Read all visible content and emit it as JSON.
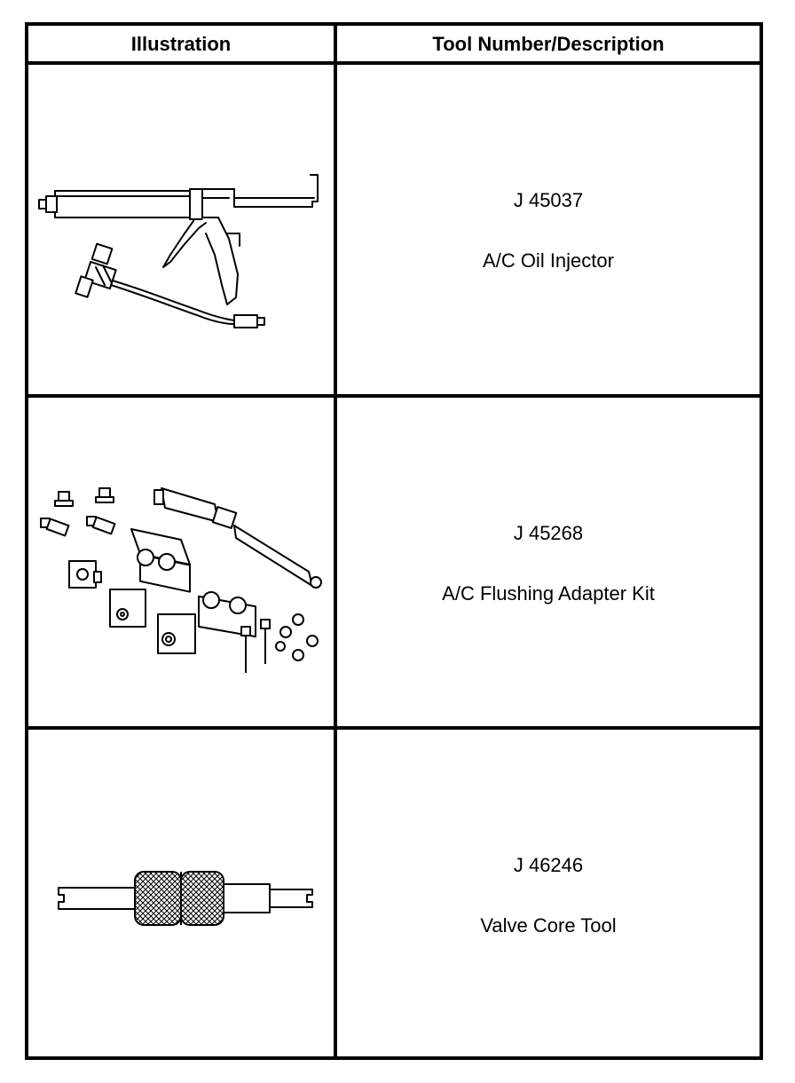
{
  "table": {
    "headers": {
      "illustration": "Illustration",
      "tool": "Tool Number/Description"
    },
    "rows": [
      {
        "number": "J 45037",
        "description": "A/C Oil Injector",
        "illustration_icon": "oil-injector-gun-icon"
      },
      {
        "number": "J 45268",
        "description": "A/C Flushing Adapter Kit",
        "illustration_icon": "flushing-adapter-kit-icon"
      },
      {
        "number": "J 46246",
        "description": "Valve Core Tool",
        "illustration_icon": "valve-core-tool-icon"
      }
    ]
  }
}
